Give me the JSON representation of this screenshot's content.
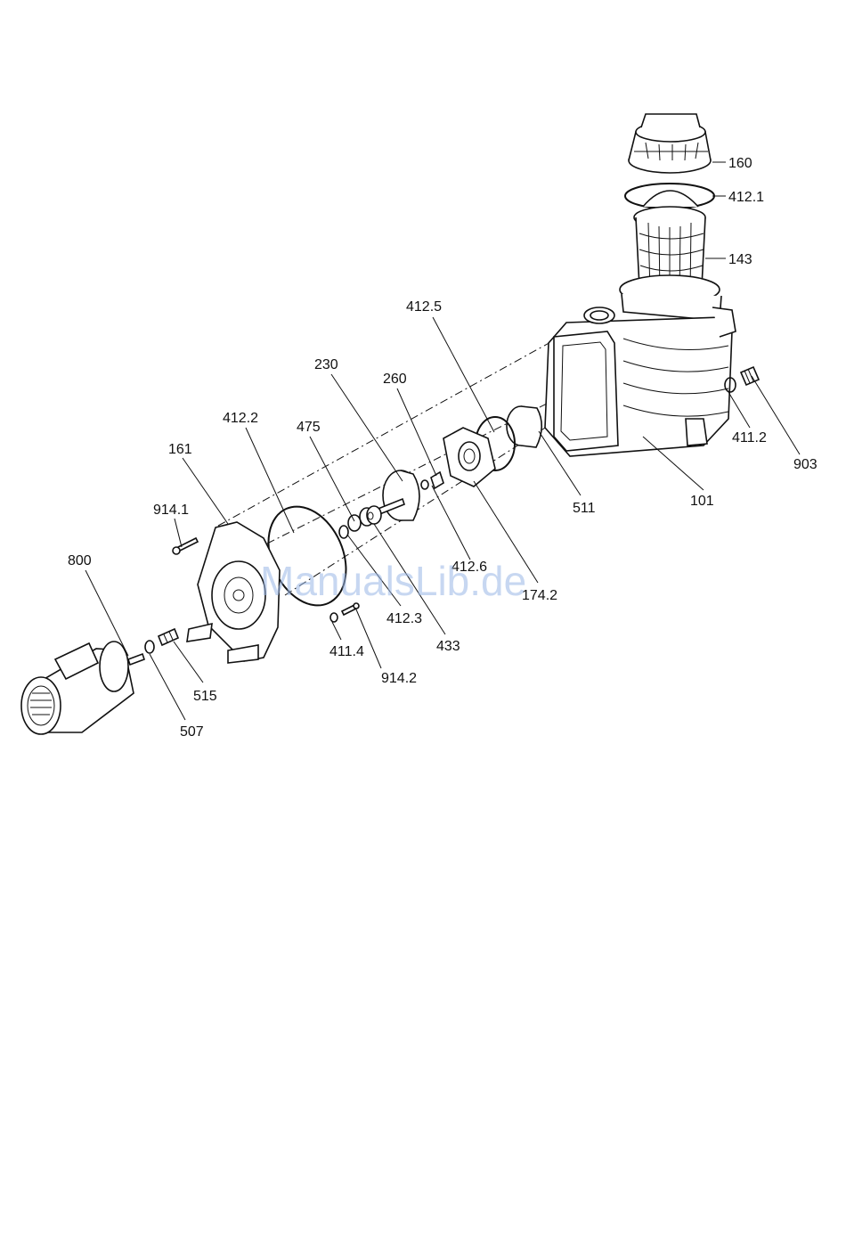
{
  "watermark": "ManualsLib.de",
  "callouts": {
    "c160": "160",
    "c412_1": "412.1",
    "c143": "143",
    "c412_5": "412.5",
    "c230": "230",
    "c260": "260",
    "c412_2": "412.2",
    "c475": "475",
    "c161": "161",
    "c914_1": "914.1",
    "c800": "800",
    "c412_6": "412.6",
    "c174_2": "174.2",
    "c412_3": "412.3",
    "c433": "433",
    "c411_4": "411.4",
    "c914_2": "914.2",
    "c515": "515",
    "c507": "507",
    "c511": "511",
    "c101": "101",
    "c411_2": "411.2",
    "c903": "903"
  },
  "colors": {
    "line": "#111111",
    "watermark": "#9bb8e6",
    "background": "#ffffff"
  }
}
